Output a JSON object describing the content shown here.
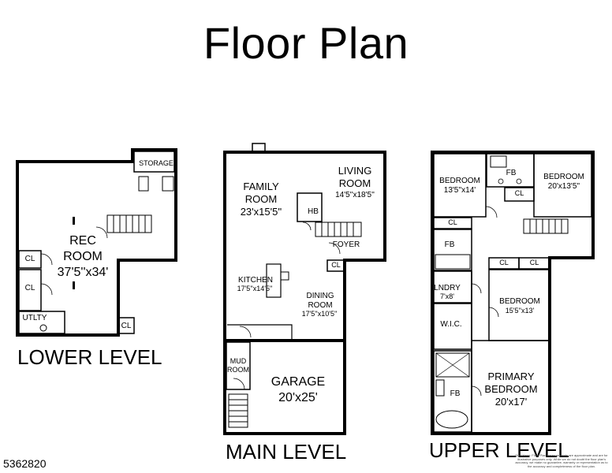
{
  "title": "Floor Plan",
  "listing_id": "5362820",
  "disclaimer": "Disclaimer: Floor Plan measurements are approximate and are for illustrative purposes only. While we do not doubt the floor plan's accuracy, we make no guarantee, warranty or representation as to the accuracy and completeness of the floor plan.",
  "levels": {
    "lower": {
      "name": "LOWER LEVEL",
      "rooms": {
        "storage": "STORAGE",
        "rec_name_1": "REC",
        "rec_name_2": "ROOM",
        "rec_size": "37'5''x34'",
        "cl_1": "CL",
        "cl_2": "CL",
        "cl_3": "CL",
        "utility": "UTLTY"
      }
    },
    "main": {
      "name": "MAIN LEVEL",
      "rooms": {
        "family_name_1": "FAMILY",
        "family_name_2": "ROOM",
        "family_size": "23'x15'5''",
        "living_name_1": "LIVING",
        "living_name_2": "ROOM",
        "living_size": "14'5''x18'5''",
        "hb": "HB",
        "foyer": "FOYER",
        "cl": "CL",
        "kitchen_name": "KITCHEN",
        "kitchen_size": "17'5''x14'5''",
        "dining_name_1": "DINING",
        "dining_name_2": "ROOM",
        "dining_size": "17'5''x10'5''",
        "mud_1": "MUD",
        "mud_2": "ROOM",
        "garage_name": "GARAGE",
        "garage_size": "20'x25'"
      }
    },
    "upper": {
      "name": "UPPER LEVEL",
      "rooms": {
        "bed1_name": "BEDROOM",
        "bed1_size": "13'5''x14'",
        "fb_top": "FB",
        "bed2_name": "BEDROOM",
        "bed2_size": "20'x13'5''",
        "cl_top": "CL",
        "cl_left": "CL",
        "fb_mid": "FB",
        "cl_mid1": "CL",
        "cl_mid2": "CL",
        "lndry_name": "LNDRY",
        "lndry_size": "7'x8'",
        "bed3_name": "BEDROOM",
        "bed3_size": "15'5''x13'",
        "wic": "W.I.C.",
        "fb_low": "FB",
        "primary_1": "PRIMARY",
        "primary_2": "BEDROOM",
        "primary_size": "20'x17'"
      }
    }
  }
}
